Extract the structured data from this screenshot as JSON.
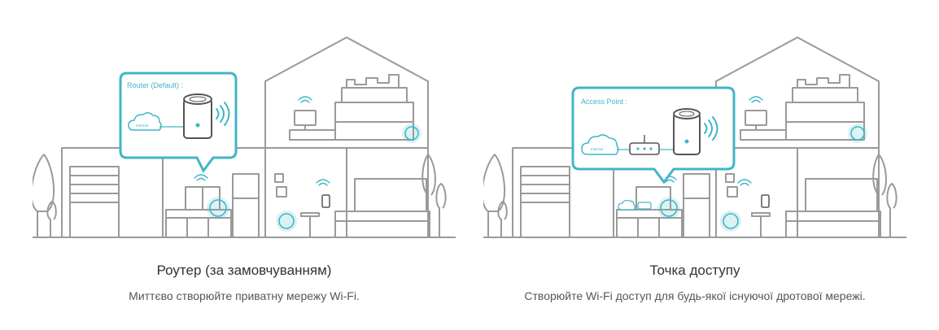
{
  "modes": [
    {
      "title": "Роутер (за замовчуванням)",
      "description": "Миттєво створюйте приватну мережу Wi-Fi.",
      "callout_label": "Router (Default) :",
      "internet_label": "Internet"
    },
    {
      "title": "Точка доступу",
      "description": "Створюйте Wi-Fi доступ для будь-якої існуючої дротової мережі.",
      "callout_label": "Access Point :",
      "internet_label": "Internet"
    }
  ],
  "colors": {
    "accent": "#3fb6c6",
    "line": "#9a9a9a",
    "text": "#333333",
    "muted": "#555555"
  },
  "icons": [
    "cloud-icon",
    "router-icon",
    "wifi-icon",
    "house-icon",
    "tv-icon",
    "phone-icon",
    "tree-icon"
  ]
}
